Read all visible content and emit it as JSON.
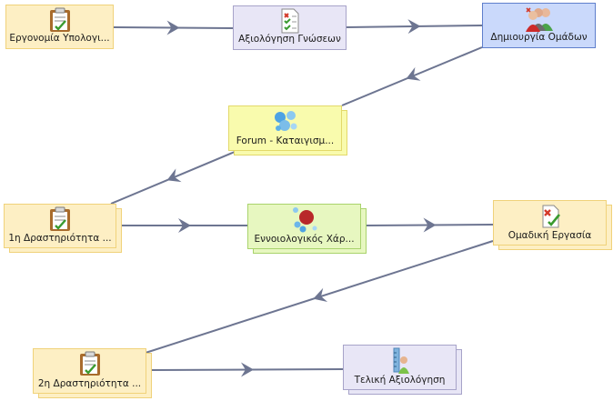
{
  "nodes": {
    "ergonomia": {
      "label": "Εργονομία Υπολογι...",
      "icon": "clipboard-icon"
    },
    "axiologisi": {
      "label": "Αξιολόγηση Γνώσεων",
      "icon": "assessment-icon"
    },
    "dimiourgia": {
      "label": "Δημιουργία Ομάδων",
      "icon": "group-people-icon"
    },
    "forum": {
      "label": "Forum - Καταιγισμ...",
      "icon": "forum-bubbles-icon"
    },
    "drasi1": {
      "label": "1η Δραστηριότητα ...",
      "icon": "clipboard-icon"
    },
    "ennoiologikos": {
      "label": "Εννοιολογικός Χάρ...",
      "icon": "concept-map-icon"
    },
    "omadiki": {
      "label": "Ομαδική Εργασία",
      "icon": "group-task-icon"
    },
    "drasi2": {
      "label": "2η Δραστηριότητα ...",
      "icon": "clipboard-icon"
    },
    "teliki": {
      "label": "Τελική Αξιολόγηση",
      "icon": "final-assessment-icon"
    }
  },
  "edges": [
    [
      "ergonomia",
      "axiologisi"
    ],
    [
      "axiologisi",
      "dimiourgia"
    ],
    [
      "dimiourgia",
      "forum"
    ],
    [
      "forum",
      "drasi1"
    ],
    [
      "drasi1",
      "ennoiologikos"
    ],
    [
      "ennoiologikos",
      "omadiki"
    ],
    [
      "omadiki",
      "drasi2"
    ],
    [
      "drasi2",
      "teliki"
    ]
  ],
  "colors": {
    "connector": "#6d7591",
    "activity_yellow": "#fdefc4",
    "activity_lime": "#f9fbad",
    "activity_lavender": "#e8e6f6",
    "activity_blue": "#cad9fb",
    "activity_green": "#e7f7c0"
  }
}
